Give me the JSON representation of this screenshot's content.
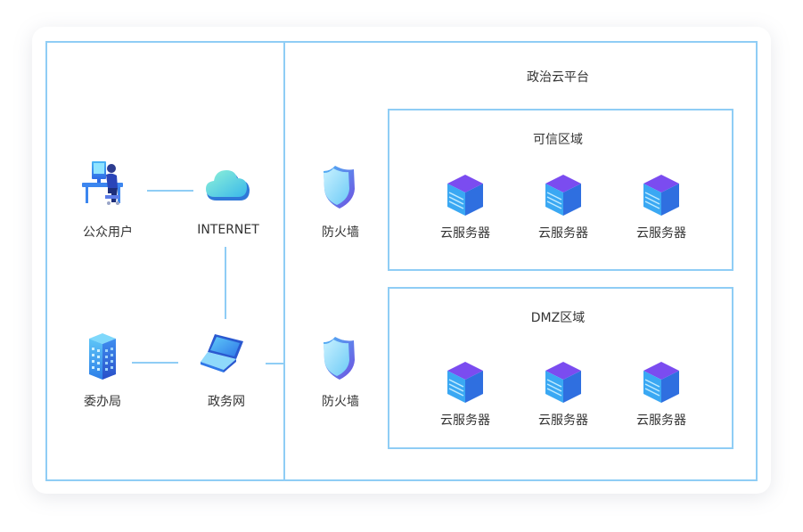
{
  "platform": {
    "title": "政治云平台"
  },
  "nodes": {
    "public_user": "公众用户",
    "internet": "INTERNET",
    "committee": "委办局",
    "gov_network": "政务网",
    "firewall_top": "防火墙",
    "firewall_bottom": "防火墙"
  },
  "zones": [
    {
      "title": "可信区域",
      "servers": [
        "云服务器",
        "云服务器",
        "云服务器"
      ]
    },
    {
      "title": "DMZ区域",
      "servers": [
        "云服务器",
        "云服务器",
        "云服务器"
      ]
    }
  ],
  "colors": {
    "border": "#8fcdf5",
    "server_top": "#7b4cf0",
    "server_body": "#2f9cf0",
    "cloud": "#4fd1e5",
    "shield": "#5b6de8"
  }
}
